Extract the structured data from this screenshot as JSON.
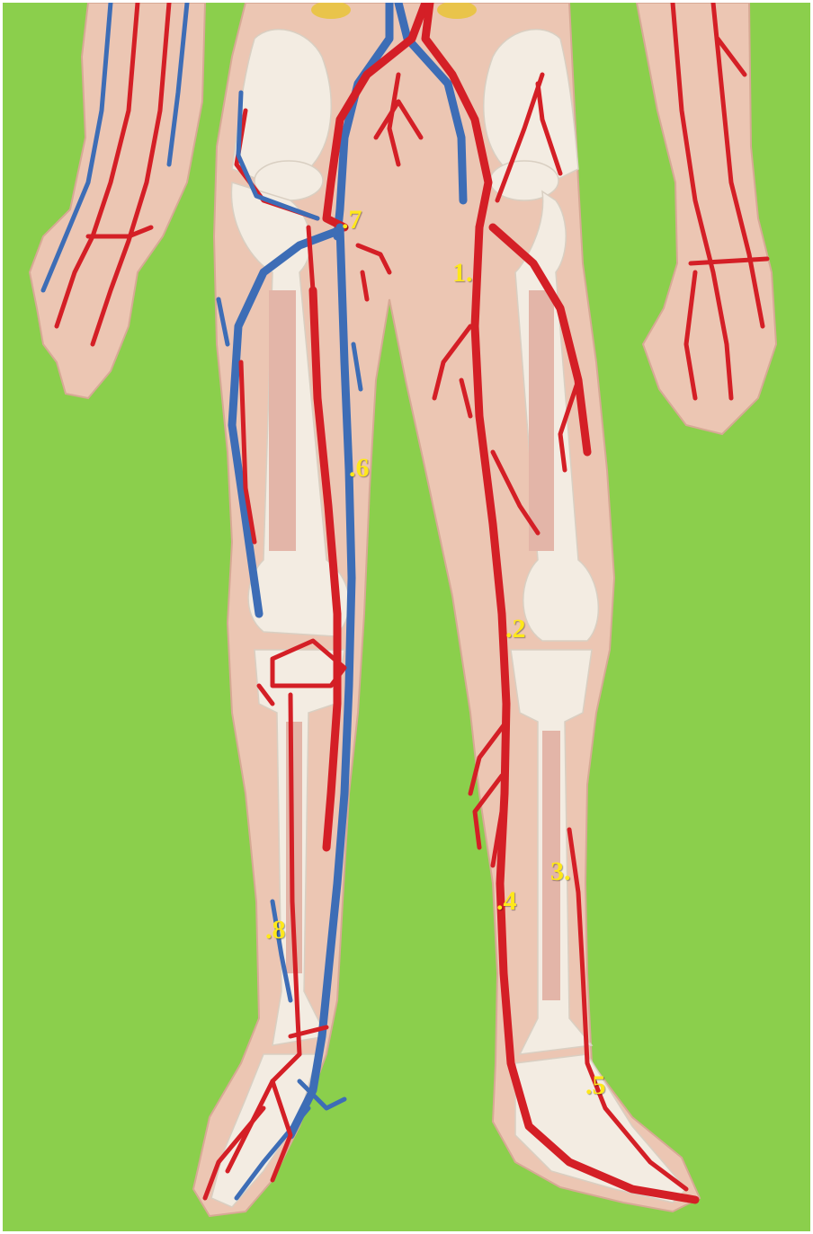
{
  "colors": {
    "background": "#8bcf4c",
    "skin": "#ecc6b3",
    "skin_edge": "#d7a995",
    "bone": "#f3ece2",
    "marrow": "#e3b5a8",
    "artery": "#d41f26",
    "vein": "#3d6db6",
    "label": "#ffe81a"
  },
  "labels": [
    {
      "id": "1",
      "text": "1."
    },
    {
      "id": "2",
      "text": ".2"
    },
    {
      "id": "3",
      "text": "3."
    },
    {
      "id": "4",
      "text": ".4"
    },
    {
      "id": "5",
      "text": ".5"
    },
    {
      "id": "6",
      "text": ".6"
    },
    {
      "id": "7",
      "text": ".7"
    },
    {
      "id": "8",
      "text": ".8"
    }
  ]
}
